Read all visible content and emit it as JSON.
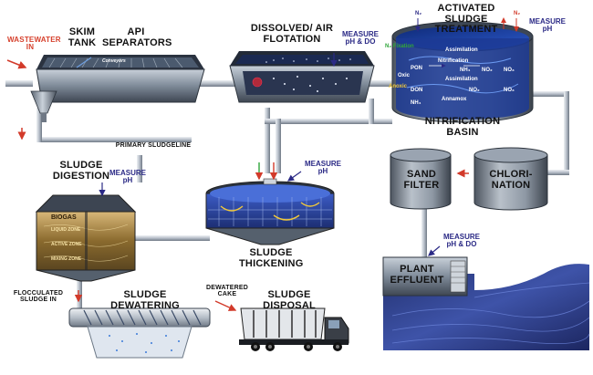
{
  "labels": {
    "wastewater_in": "WASTEWATER IN",
    "skim_tank": "SKIM TANK",
    "api_separators": "API SEPARATORS",
    "conveyors": "Conveyors",
    "dissolved_air_flotation": "DISSOLVED/ AIR FLOTATION",
    "measure_ph_do_top": "MEASURE pH & DO",
    "activated_sludge_treatment": "ACTIVATED SLUDGE TREATMENT",
    "measure_ph_top": "MEASURE pH",
    "nitrification_basin": "NITRIFICATION BASIN",
    "primary_sludgeline": "PRIMARY SLUDGELINE",
    "sludge_digestion": "SLUDGE DIGESTION",
    "measure_ph_digestion": "MEASURE pH",
    "measure_ph_thickening": "MEASURE pH",
    "sludge_thickening": "SLUDGE THICKENING",
    "sand_filter": "SAND FILTER",
    "chlorination": "CHLORI- NATION",
    "measure_ph_do_effluent": "MEASURE pH & DO",
    "plant_effluent": "PLANT EFFLUENT",
    "flocculated_sludge_in": "FLOCCULATED SLUDGE IN",
    "sludge_dewatering": "SLUDGE DEWATERING",
    "dewatered_cake": "DEWATERED CAKE",
    "sludge_disposal": "SLUDGE DISPOSAL"
  },
  "basin_labels": {
    "n2_left": "N₂",
    "n2_right": "N₂",
    "assimilation_top": "Assimilation",
    "nitrification": "Nitrification",
    "assimilation_mid": "Assimilation",
    "oxic": "Oxic",
    "anoxic": "Anoxic",
    "anammox": "Annamox",
    "pon": "PON",
    "don": "DON",
    "nh4_left": "NH₄",
    "nh4_mid": "NH₄",
    "no2": "NO₂",
    "no3": "NO₃",
    "no2_low": "NO₂",
    "no3_low": "NO₃",
    "n2_nitrogen": "N₂ Fixation"
  },
  "digester_labels": {
    "biogas": "BIOGAS",
    "liquid_zone": "LIQUID ZONE",
    "active_zone": "ACTIVE ZONE",
    "mixing_zone": "MIXING ZONE"
  },
  "colors": {
    "steel_dark": "#3a4350",
    "steel": "#8a97a6",
    "pipe": "#c9d0d8",
    "water": "#2e3f8f",
    "arrow_red": "#d23a2a",
    "measure_blue": "#2b2a86"
  }
}
